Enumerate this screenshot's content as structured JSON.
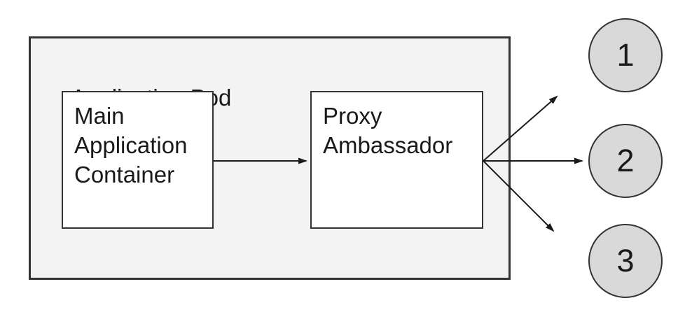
{
  "diagram": {
    "pod_label": "Application Pod",
    "main_container": {
      "label": "Main Application Container"
    },
    "proxy": {
      "label": "Proxy Ambassador"
    },
    "nodes": [
      {
        "label": "1"
      },
      {
        "label": "2"
      },
      {
        "label": "3"
      }
    ],
    "connectors": [
      {
        "from": "main-application-container",
        "to": "proxy-ambassador"
      },
      {
        "from": "proxy-ambassador",
        "to": "node-1"
      },
      {
        "from": "proxy-ambassador",
        "to": "node-2"
      },
      {
        "from": "proxy-ambassador",
        "to": "node-3"
      }
    ],
    "colors": {
      "pod_fill": "#f3f3f3",
      "box_fill": "#ffffff",
      "node_fill": "#d9d9d9",
      "border": "#333333",
      "arrow": "#1a1a1a",
      "text": "#1a1a1a"
    }
  }
}
